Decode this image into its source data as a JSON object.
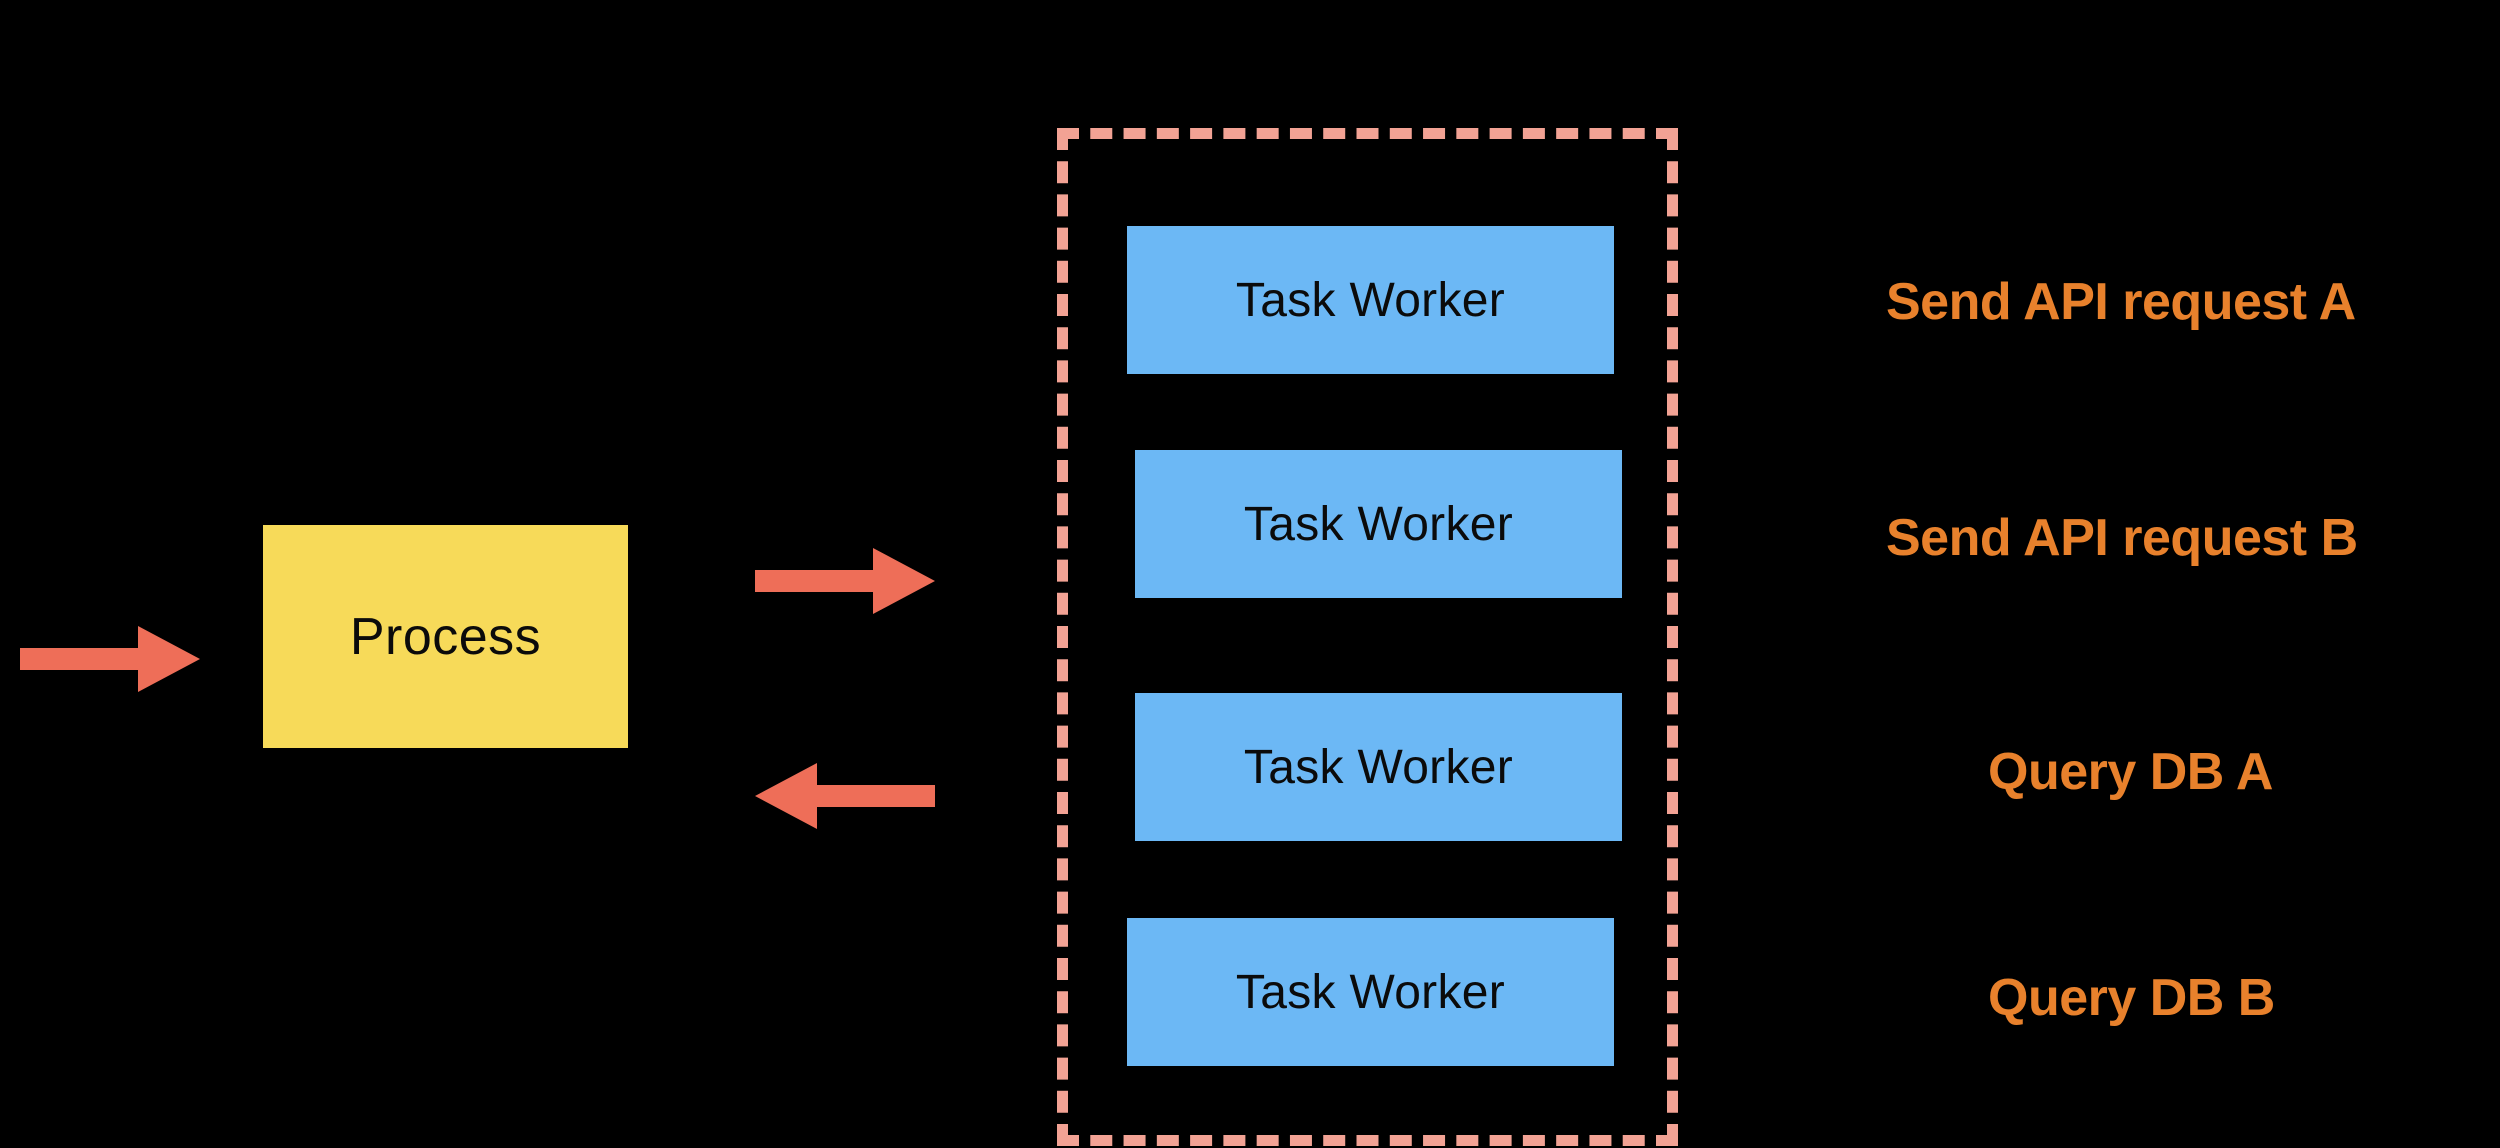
{
  "diagram": {
    "background_color": "#000000",
    "process": {
      "label": "Process",
      "fill_color": "#F7DA59",
      "text_color": "#0B0B0B"
    },
    "worker_pool": {
      "border_color": "#F2A294",
      "border_style": "dashed",
      "workers": [
        {
          "label": "Task Worker"
        },
        {
          "label": "Task Worker"
        },
        {
          "label": "Task Worker"
        },
        {
          "label": "Task Worker"
        }
      ],
      "worker_fill_color": "#6CB8F5",
      "worker_text_color": "#0B0B0B"
    },
    "arrows": {
      "color": "#EE6E58",
      "inbound": {
        "name": "inbound-arrow",
        "direction": "right"
      },
      "dispatch": {
        "name": "dispatch-arrow",
        "direction": "right"
      },
      "return": {
        "name": "return-arrow",
        "direction": "left"
      }
    },
    "annotations": {
      "color": "#E8812C",
      "items": [
        {
          "label": "Send API request A"
        },
        {
          "label": "Send API request B"
        },
        {
          "label": "Query DB A"
        },
        {
          "label": "Query DB B"
        }
      ]
    }
  }
}
